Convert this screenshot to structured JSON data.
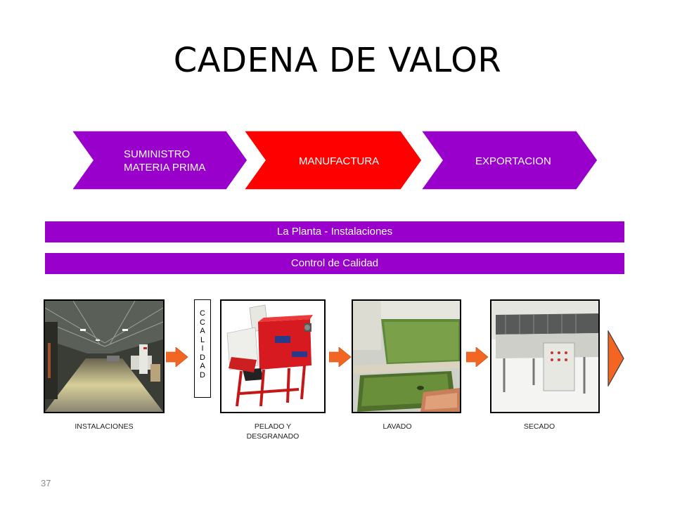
{
  "title": "CADENA DE VALOR",
  "chevrons": [
    {
      "line1": "SUMINISTRO",
      "line2": "MATERIA PRIMA",
      "color": "#9900cc"
    },
    {
      "label": "MANUFACTURA",
      "color": "#ff0000"
    },
    {
      "label": "EXPORTACION",
      "color": "#9900cc"
    }
  ],
  "bars": {
    "planta": "La Planta - Instalaciones",
    "calidad": "Control de Calidad"
  },
  "calidad_letters": [
    "C",
    "C",
    "A",
    "L",
    "I",
    "D",
    "A",
    "D"
  ],
  "photos": {
    "instalaciones": "warehouse interior photo",
    "pelado": "red peeling machine photo",
    "lavado": "washing tank photo",
    "secado": "drying machine photo"
  },
  "captions": {
    "instalaciones": "INSTALACIONES",
    "pelado_line1": "PELADO Y",
    "pelado_line2": "DESGRANADO",
    "lavado": "LAVADO",
    "secado": "SECADO"
  },
  "arrow_color": "#f26522",
  "page_number": "37"
}
